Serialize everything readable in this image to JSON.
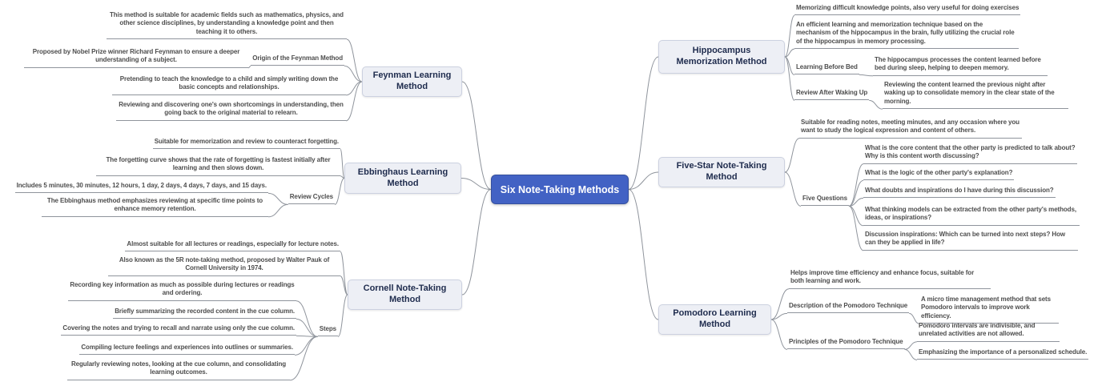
{
  "root": {
    "label": "Six Note-Taking Methods"
  },
  "colors": {
    "center_bg": "#4262c4",
    "branch_bg": "#edeff5",
    "line": "#8f949c",
    "leaf_text": "#4d4d4d"
  },
  "left": {
    "feynman": {
      "label": "Feynman Learning Method",
      "suitability": "This method is suitable for academic fields such as mathematics, physics, and other science disciplines, by understanding a knowledge point and then teaching it to others.",
      "origin": {
        "label": "Origin of the Feynman Method",
        "text": "Proposed by Nobel Prize winner Richard Feynman to ensure a deeper understanding of a subject."
      },
      "teach_child": "Pretending to teach the knowledge to a child and simply writing down the basic concepts and relationships.",
      "relearn": "Reviewing and discovering one's own shortcomings in understanding, then going back to the original material to relearn."
    },
    "ebbinghaus": {
      "label": "Ebbinghaus Learning Method",
      "suitability": "Suitable for memorization and review to counteract forgetting.",
      "curve": "The forgetting curve shows that the rate of forgetting is fastest initially after learning and then slows down.",
      "review_cycles": {
        "label": "Review Cycles",
        "intervals": "Includes 5 minutes, 30 minutes, 12 hours, 1 day, 2 days, 4 days, 7 days, and 15 days.",
        "emphasis": "The Ebbinghaus method emphasizes reviewing at specific time points to enhance memory retention."
      }
    },
    "cornell": {
      "label": "Cornell Note-Taking Method",
      "suitability": "Almost suitable for all lectures or readings, especially for lecture notes.",
      "known_as": "Also known as the 5R note-taking method, proposed by Walter Pauk of Cornell University in 1974.",
      "steps": {
        "label": "Steps",
        "items": [
          "Recording key information as much as possible during lectures or readings and ordering.",
          "Briefly summarizing the recorded content in the cue column.",
          "Covering the notes and trying to recall and narrate using only the cue column.",
          "Compiling lecture feelings and experiences into outlines or summaries.",
          "Regularly reviewing notes, looking at the cue column, and consolidating learning outcomes."
        ]
      }
    }
  },
  "right": {
    "hippocampus": {
      "label": "Hippocampus Memorization Method",
      "suitability": "Memorizing difficult knowledge points, also very useful for doing exercises",
      "overview": "An efficient learning and memorization technique based on the mechanism of the hippocampus in the brain, fully utilizing the crucial role of the hippocampus in memory processing.",
      "before_bed": {
        "label": "Learning Before Bed",
        "text": "The hippocampus processes the content learned before bed during sleep, helping to deepen memory."
      },
      "after_waking": {
        "label": "Review After Waking Up",
        "text": "Reviewing the content learned the previous night after waking up to consolidate memory in the clear state of the morning."
      }
    },
    "five_star": {
      "label": "Five-Star Note-Taking Method",
      "suitability": "Suitable for reading notes, meeting minutes, and any occasion where you want to study the logical expression and content of others.",
      "five_questions": {
        "label": "Five Questions",
        "items": [
          "What is the core content that the other party is predicted to talk about? Why is this content worth discussing?",
          "What is the logic of the other party's explanation?",
          "What doubts and inspirations do I have during this discussion?",
          "What thinking models can be extracted from the other party's methods, ideas, or inspirations?",
          "Discussion inspirations: Which can be turned into next steps? How can they be applied in life?"
        ]
      }
    },
    "pomodoro": {
      "label": "Pomodoro Learning Method",
      "suitability": "Helps improve time efficiency and enhance focus, suitable for both learning and work.",
      "description": {
        "label": "Description of the Pomodoro Technique",
        "text": "A micro time management method that sets Pomodoro intervals to improve work efficiency."
      },
      "principles": {
        "label": "Principles of the Pomodoro Technique",
        "items": [
          "Pomodoro intervals are indivisible, and unrelated activities are not allowed.",
          "Emphasizing the importance of a personalized schedule."
        ]
      }
    }
  }
}
